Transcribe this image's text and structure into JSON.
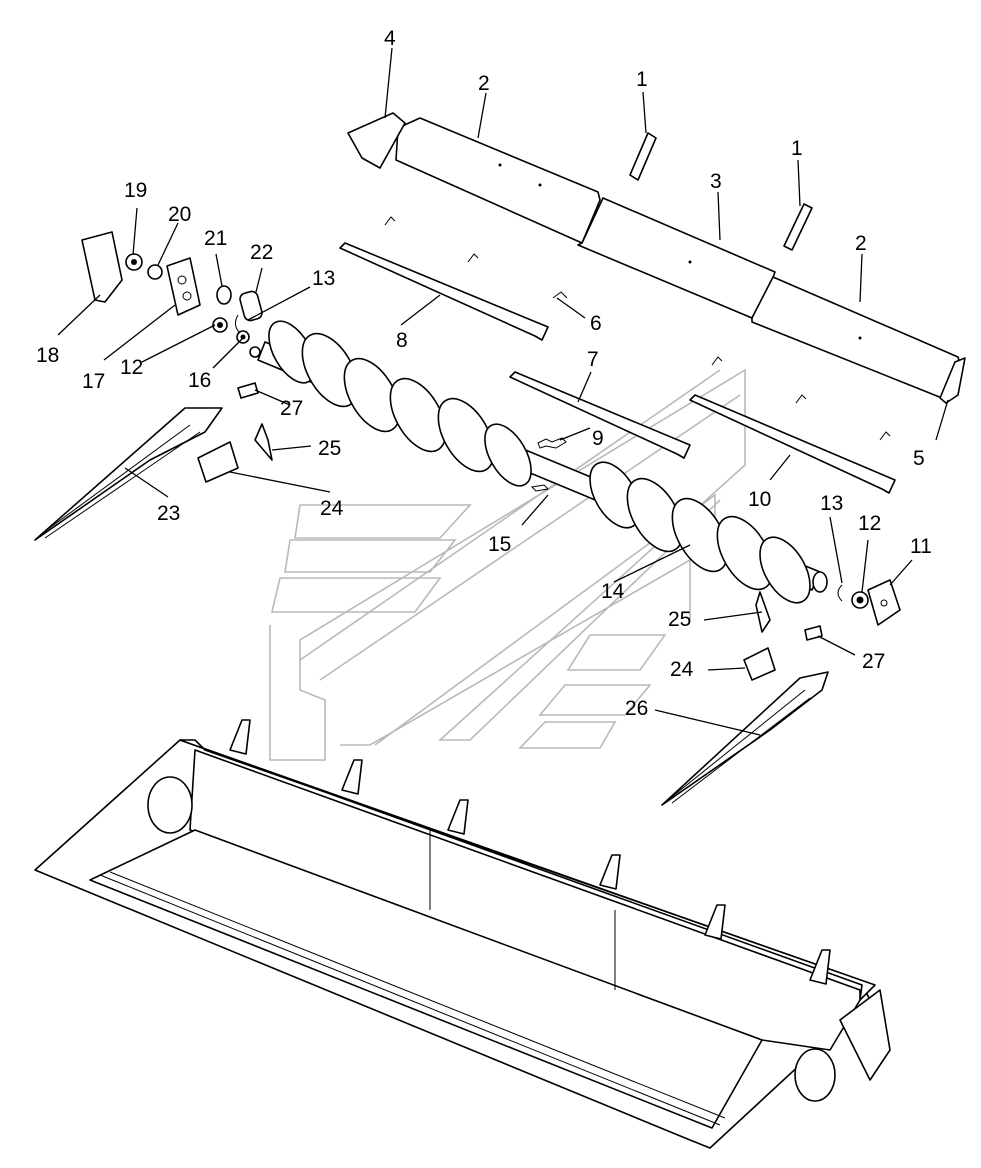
{
  "callouts": {
    "c1a": "1",
    "c1b": "1",
    "c2a": "2",
    "c2b": "2",
    "c3": "3",
    "c4": "4",
    "c5": "5",
    "c6": "6",
    "c7": "7",
    "c8": "8",
    "c9": "9",
    "c10": "10",
    "c11": "11",
    "c12a": "12",
    "c12b": "12",
    "c13a": "13",
    "c13b": "13",
    "c14": "14",
    "c15": "15",
    "c16": "16",
    "c17": "17",
    "c18": "18",
    "c19": "19",
    "c20": "20",
    "c21": "21",
    "c22": "22",
    "c23": "23",
    "c24a": "24",
    "c24b": "24",
    "c25a": "25",
    "c25b": "25",
    "c26": "26",
    "c27a": "27",
    "c27b": "27"
  },
  "colors": {
    "line": "#000000",
    "background": "#ffffff",
    "watermark": "#b9b9b9"
  }
}
